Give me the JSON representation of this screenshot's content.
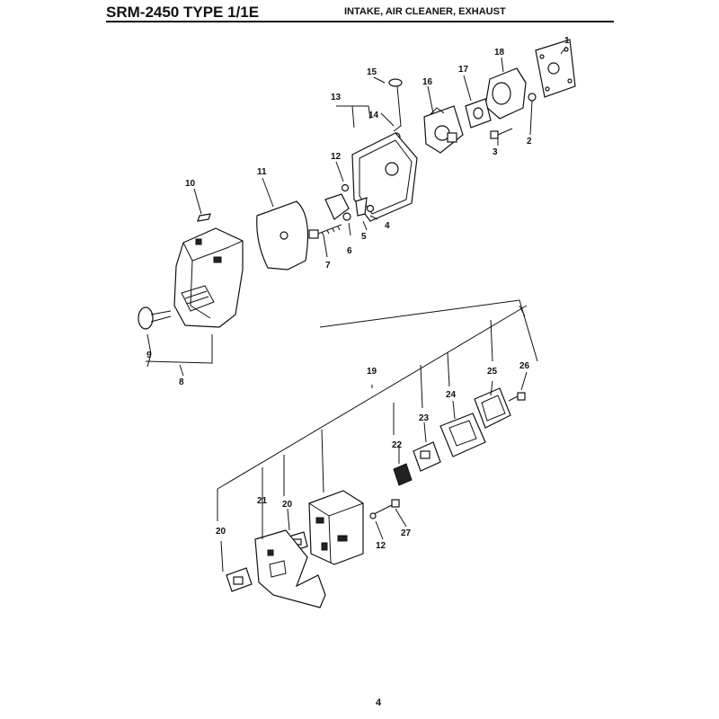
{
  "header": {
    "model": "SRM-2450 TYPE 1/1E",
    "section": "INTAKE, AIR CLEANER, EXHAUST"
  },
  "page_number": "4",
  "callouts": [
    "1",
    "2",
    "3",
    "4",
    "5",
    "6",
    "7",
    "8",
    "9",
    "10",
    "11",
    "12",
    "13",
    "14",
    "15",
    "16",
    "17",
    "18",
    "19",
    "20",
    "20",
    "21",
    "22",
    "23",
    "24",
    "25",
    "26",
    "27",
    "12"
  ]
}
